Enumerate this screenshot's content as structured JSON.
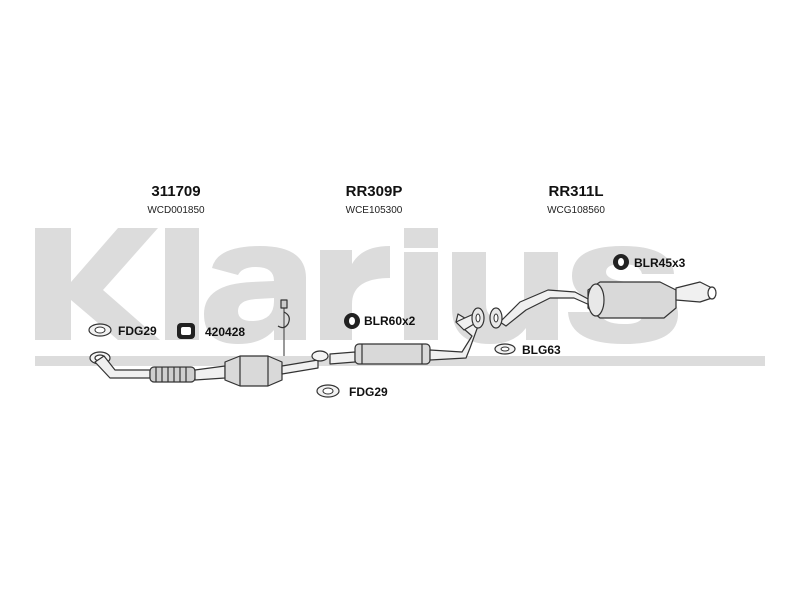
{
  "brand": {
    "watermark": "Klarius",
    "watermark_color": "#d9d9d9"
  },
  "parts": [
    {
      "number": "311709",
      "code": "WCD001850"
    },
    {
      "number": "RR309P",
      "code": "WCE105300"
    },
    {
      "number": "RR311L",
      "code": "WCG108560"
    }
  ],
  "accessories": {
    "fdg29_left": "FDG29",
    "bracket_420428": "420428",
    "blr60": "BLR60x2",
    "fdg29_center": "FDG29",
    "blg63": "BLG63",
    "blr45": "BLR45x3"
  },
  "icons": {
    "gasket": "gasket-icon",
    "rubber_mount": "rubber-mount-icon",
    "ring_gasket": "ring-gasket-icon"
  }
}
